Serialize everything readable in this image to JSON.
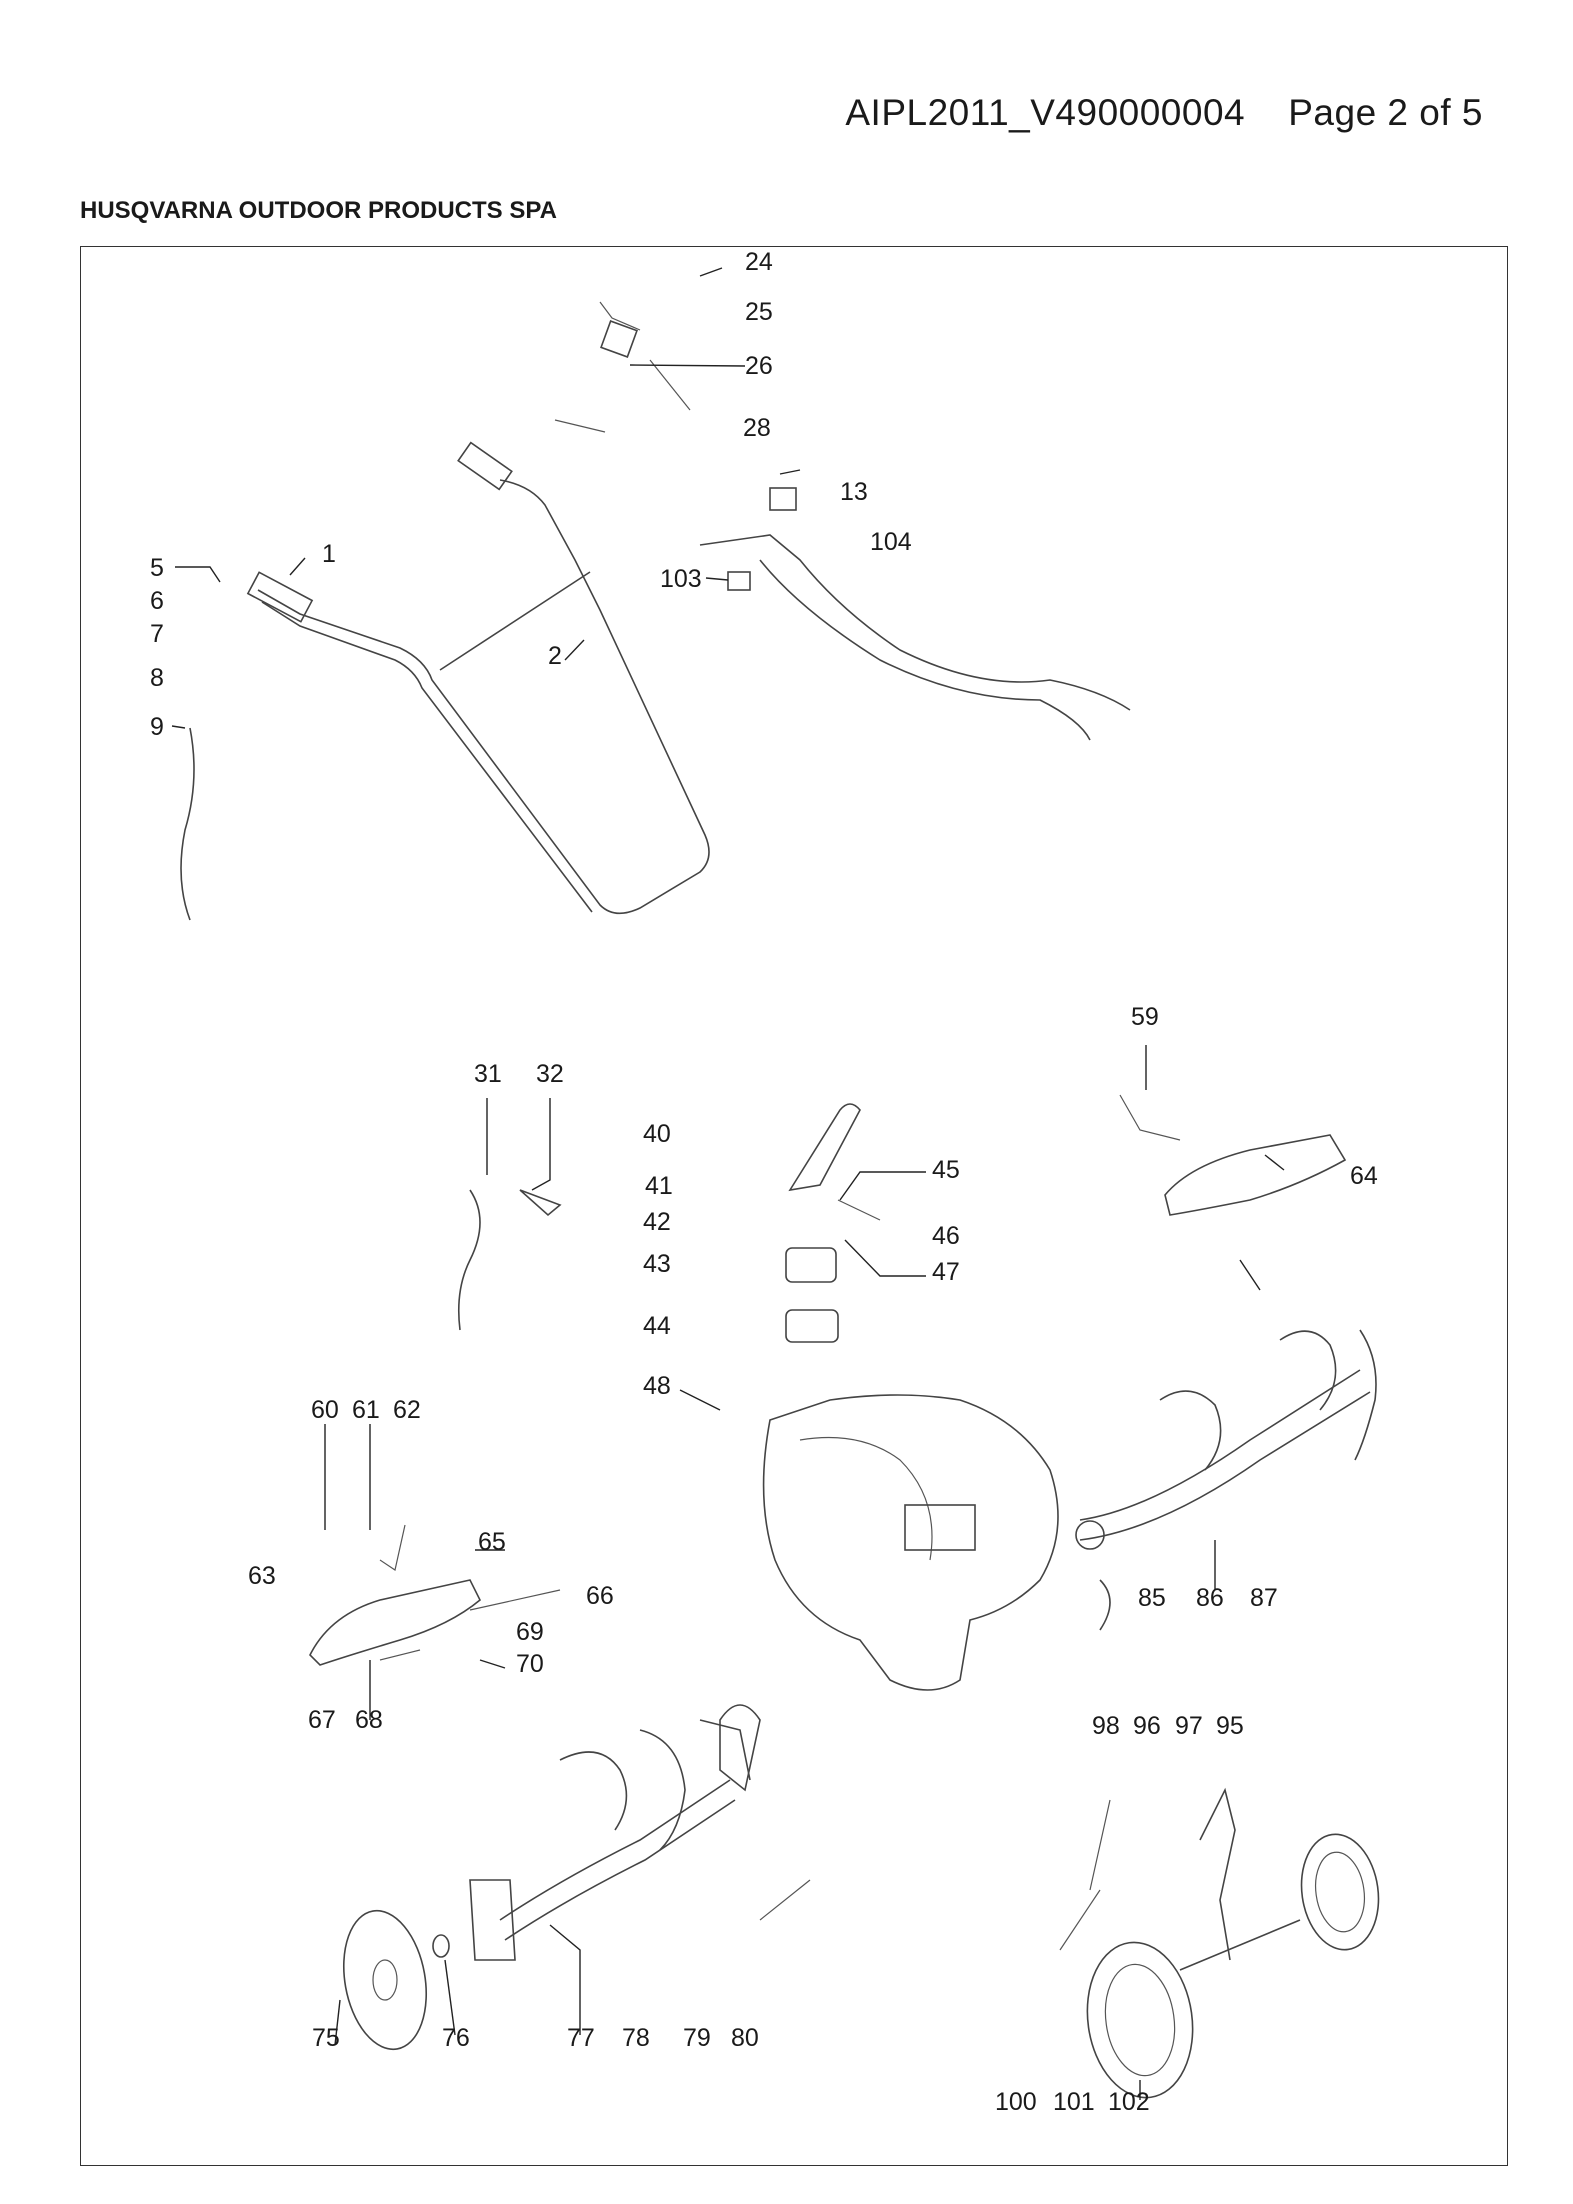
{
  "header": {
    "doc_id": "AIPL2011_V490000004",
    "page": "Page 2 of 5",
    "company": "HUSQVARNA OUTDOOR PRODUCTS SPA"
  },
  "callouts": {
    "n24": "24",
    "n25": "25",
    "n26": "26",
    "n28": "28",
    "n13": "13",
    "n104": "104",
    "n103": "103",
    "n1": "1",
    "n2": "2",
    "n5": "5",
    "n6": "6",
    "n7": "7",
    "n8": "8",
    "n9": "9",
    "n59": "59",
    "n64": "64",
    "n31": "31",
    "n32": "32",
    "n40": "40",
    "n41": "41",
    "n42": "42",
    "n43": "43",
    "n44": "44",
    "n45": "45",
    "n46": "46",
    "n47": "47",
    "n48": "48",
    "n60": "60",
    "n61": "61",
    "n62": "62",
    "n63": "63",
    "n65": "65",
    "n66": "66",
    "n67": "67",
    "n68": "68",
    "n69": "69",
    "n70": "70",
    "n85": "85",
    "n86": "86",
    "n87": "87",
    "n75": "75",
    "n76": "76",
    "n77": "77",
    "n78": "78",
    "n79": "79",
    "n80": "80",
    "n98": "98",
    "n96": "96",
    "n97": "97",
    "n95": "95",
    "n100": "100",
    "n101": "101",
    "n102": "102"
  }
}
